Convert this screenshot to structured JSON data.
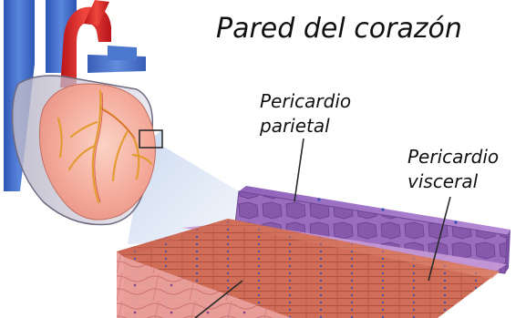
{
  "diagram": {
    "title": "Pared del corazón",
    "labels": {
      "parietal_pericardium": "Pericardio\nparietal",
      "visceral_pericardium": "Pericardio\nvisceral"
    }
  },
  "colors": {
    "background": "#ffffff",
    "aorta": "#e8302b",
    "vena_cava": "#4a72c8",
    "heart_muscle": "#f2aca0",
    "coronary_vessels": "#e8a23a",
    "pericardium": "#a071c4",
    "myocardium": "#d9735f",
    "leader_line": "#2a2a2a"
  }
}
